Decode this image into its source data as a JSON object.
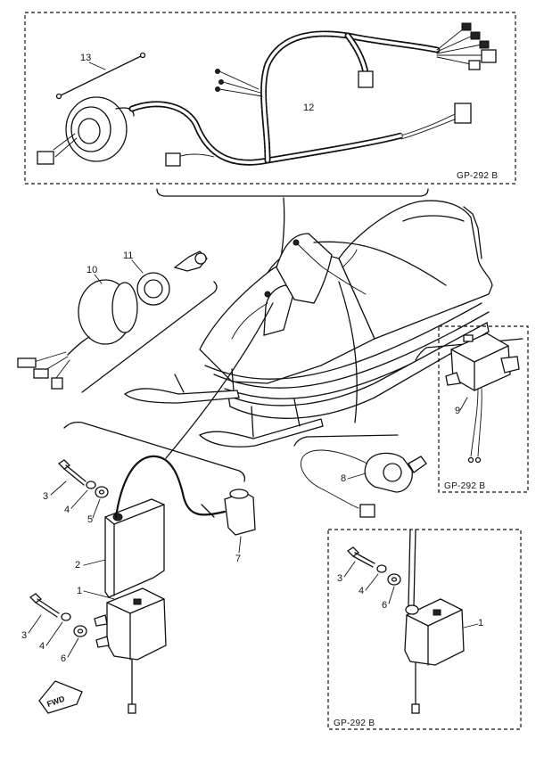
{
  "frames": {
    "top_box_code": "GP-292 B",
    "right_box_code": "GP-292 B",
    "bottom_box_code": "GP-292 B"
  },
  "callouts": {
    "c13": "13",
    "c12": "12",
    "c11": "11",
    "c10": "10",
    "c9": "9",
    "c8": "8",
    "c7": "7",
    "c6a": "6",
    "c6b": "6",
    "c5": "5",
    "c4a": "4",
    "c4b": "4",
    "c4c": "4",
    "c3a": "3",
    "c3b": "3",
    "c3c": "3",
    "c2": "2",
    "c1a": "1",
    "c1b": "1"
  },
  "direction_marker": "FWD"
}
